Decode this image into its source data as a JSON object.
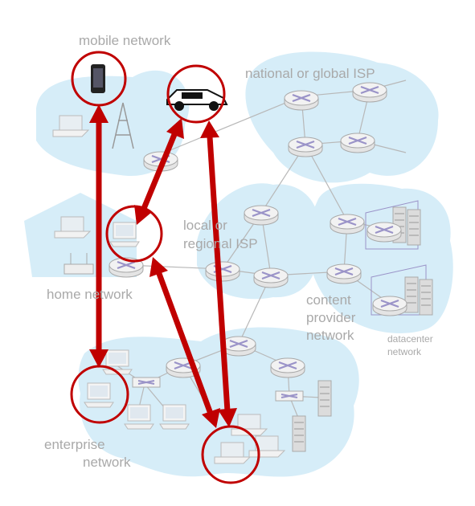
{
  "labels": {
    "mobile_network": "mobile network",
    "national_isp": "national or global ISP",
    "local_isp_line1": "local or",
    "local_isp_line2": "regional ISP",
    "home_network": "home network",
    "content_provider_line1": "content",
    "content_provider_line2": "provider",
    "content_provider_line3": "network",
    "datacenter_line1": "datacenter",
    "datacenter_line2": "network",
    "enterprise_line1": "enterprise",
    "enterprise_line2": "network"
  },
  "colors": {
    "cloud": "#d6edf8",
    "router_fill": "#eeeeee",
    "router_stroke": "#aaaaaa",
    "router_cross": "#9a93c8",
    "link": "#b8b8b8",
    "highlight": "#c00000",
    "label": "#a9a9a9"
  },
  "icons": [
    "cellphone-icon",
    "car-icon",
    "laptop-icon",
    "desktop-pc-icon",
    "router-icon",
    "switch-icon",
    "server-icon",
    "cell-tower-icon",
    "wifi-access-point-icon",
    "datacenter-icon",
    "house-icon"
  ]
}
